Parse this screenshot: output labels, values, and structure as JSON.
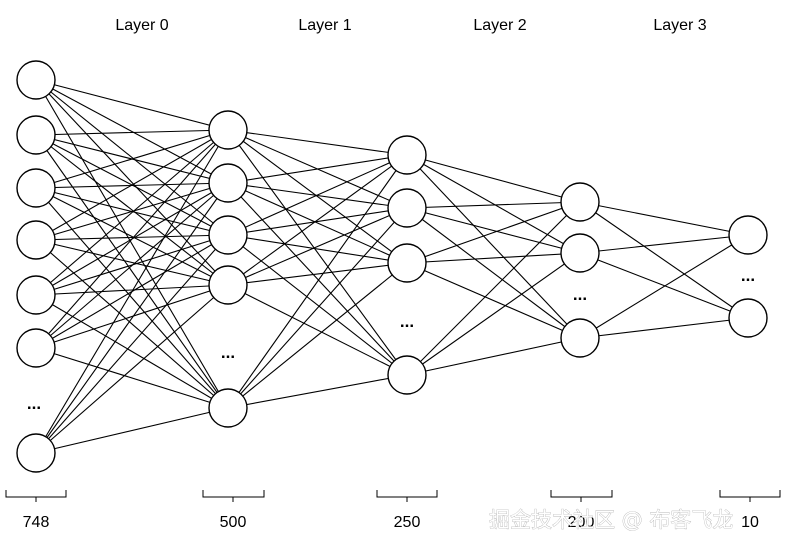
{
  "layers": [
    {
      "title": "",
      "count": "748",
      "neurons": 7
    },
    {
      "title": "Layer 0",
      "count": "500",
      "neurons": 5
    },
    {
      "title": "Layer 1",
      "count": "250",
      "neurons": 4
    },
    {
      "title": "Layer 2",
      "count": "200",
      "neurons": 3
    },
    {
      "title": "Layer 3",
      "count": "10",
      "neurons": 2
    }
  ],
  "ellipsis": "...",
  "watermark": "掘金技术社区 @ 布客飞龙"
}
